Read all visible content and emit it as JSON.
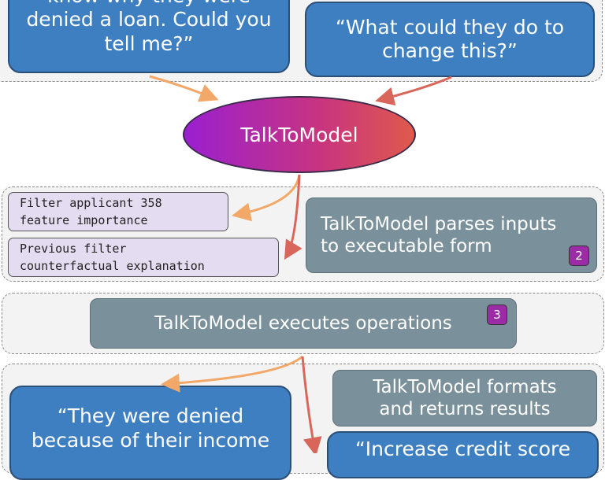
{
  "questions": {
    "q1": "know why they were\ndenied a loan. Could you\ntell me?”",
    "q2": "“What could they do to\nchange this?”"
  },
  "center": {
    "label": "TalkToModel"
  },
  "parse": {
    "op1": "Filter applicant 358\nfeature importance",
    "op2": "Previous filter\ncounterfactual explanation",
    "description": "TalkToModel parses inputs\nto executable form",
    "badge": "2"
  },
  "execute": {
    "description": "TalkToModel executes operations",
    "badge": "3"
  },
  "results": {
    "format": "TalkToModel formats\nand returns results",
    "answer1": "“They were denied\nbecause of their income",
    "answer2": "“Increase credit score"
  },
  "colors": {
    "blue_box": "#3e7fc1",
    "gray_box": "#7a909a",
    "badge": "#9b2ca6",
    "arrow_orange": "#f2a868",
    "arrow_red": "#d9665a"
  }
}
